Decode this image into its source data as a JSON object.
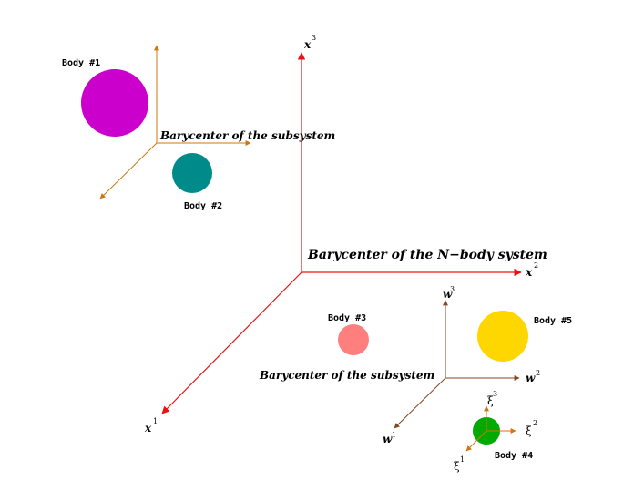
{
  "labels": {
    "barycenter_nbody": "Barycenter of the N−body system",
    "barycenter_sub_top": "Barycenter of the subsystem",
    "barycenter_sub_bottom": "Barycenter of the subsystem"
  },
  "bodies": {
    "body1": "Body #1",
    "body2": "Body #2",
    "body3": "Body #3",
    "body4": "Body #4",
    "body5": "Body #5"
  },
  "axes": {
    "main": {
      "x1": "x",
      "x1_sup": "1",
      "x2": "x",
      "x2_sup": "2",
      "x3": "x",
      "x3_sup": "3"
    },
    "w": {
      "w1": "w",
      "w1_sup": "1",
      "w2": "w",
      "w2_sup": "2",
      "w3": "w",
      "w3_sup": "3"
    },
    "xi": {
      "xi1": "ξ",
      "xi1_sup": "1",
      "xi2": "ξ",
      "xi2_sup": "2",
      "xi3": "ξ",
      "xi3_sup": "3"
    }
  },
  "colors": {
    "main_axes": "#ee1111",
    "sub_axes_top": "#cc7711",
    "w_axes": "#884422",
    "xi_axes": "#cc7711",
    "body1": "#cc00cc",
    "body2": "#008b8b",
    "body3": "#ff7f7f",
    "body4": "#00aa00",
    "body5": "#ffd700"
  }
}
